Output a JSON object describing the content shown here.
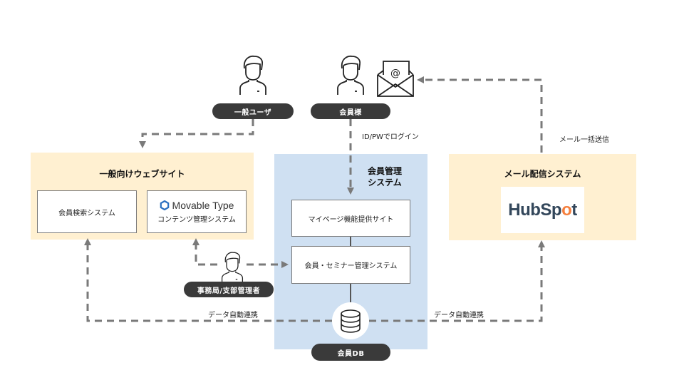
{
  "actors": {
    "general_user": "一般ユーザ",
    "member": "会員様",
    "admin": "事務局/支部管理者"
  },
  "panels": {
    "general_site": {
      "title": "一般向けウェブサイト",
      "member_search": "会員検索システム",
      "cms_brand": "Movable Type",
      "cms_label": "コンテンツ管理システム"
    },
    "member_mgmt": {
      "title_line1": "会員管理",
      "title_line2": "システム",
      "mypage": "マイページ機能提供サイト",
      "seminar": "会員・セミナー管理システム",
      "db": "会員DB"
    },
    "mail_system": {
      "title": "メール配信システム",
      "brand_part1": "HubSp",
      "brand_part2": "o",
      "brand_part3": "t"
    }
  },
  "flow_labels": {
    "login": "ID/PWでログイン",
    "bulk_mail": "メール一括送信",
    "data_sync_left": "データ自動連携",
    "data_sync_right": "データ自動連携"
  },
  "colors": {
    "yellow_panel": "#fff0d1",
    "blue_panel": "#cfe0f2",
    "pill": "#3a3a3a",
    "arrow": "#7a7a7a",
    "hubspot_navy": "#33475b",
    "hubspot_orange": "#f57f3d",
    "movabletype_blue": "#2a6fc0"
  }
}
